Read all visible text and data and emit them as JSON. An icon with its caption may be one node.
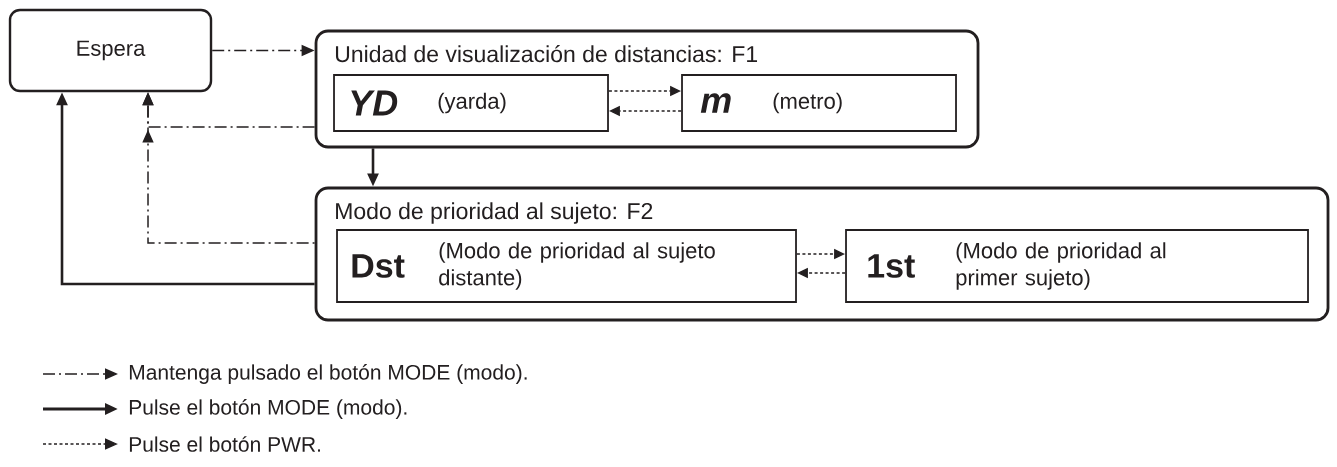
{
  "diagram": {
    "nodes": [
      {
        "text": [
          "Espera"
        ]
      },
      {
        "text": [
          "Unidad de visualización de distancias: F1"
        ]
      },
      {
        "text": [
          "YD",
          "(yarda)"
        ],
        "in": 1
      },
      {
        "text": [
          "m",
          "(metro)"
        ],
        "in": 1
      },
      {
        "text": [
          "Modo de prioridad al sujeto: F2"
        ]
      },
      {
        "text": [
          "Dst",
          "(Modo de prioridad al sujeto distante)"
        ],
        "in": 4
      },
      {
        "text": [
          "1st",
          "(Modo de prioridad al primer sujeto)"
        ],
        "in": 4
      }
    ],
    "edges": [
      {
        "from": 0,
        "to": 1,
        "arrow": "to",
        "style": "dashed"
      },
      {
        "from": 2,
        "to": 3,
        "arrow": "to",
        "style": "dashed"
      },
      {
        "from": 3,
        "to": 2,
        "arrow": "to",
        "style": "dashed"
      },
      {
        "from": 1,
        "to": 4,
        "arrow": "to"
      },
      {
        "from": 1,
        "to": 0,
        "arrow": "to",
        "style": "dashed"
      },
      {
        "from": 4,
        "to": 0,
        "arrow": "to",
        "style": "dashed"
      },
      {
        "from": 4,
        "to": 0,
        "arrow": "to"
      },
      {
        "from": 5,
        "to": 6,
        "arrow": "to",
        "style": "dashed"
      },
      {
        "from": 6,
        "to": 5,
        "arrow": "to",
        "style": "dashed"
      }
    ],
    "legend": [
      {
        "text": "Mantenga pulsado el botón MODE (modo)."
      },
      {
        "text": "Pulse el botón MODE (modo)."
      },
      {
        "text": "Pulse el botón PWR."
      }
    ]
  }
}
